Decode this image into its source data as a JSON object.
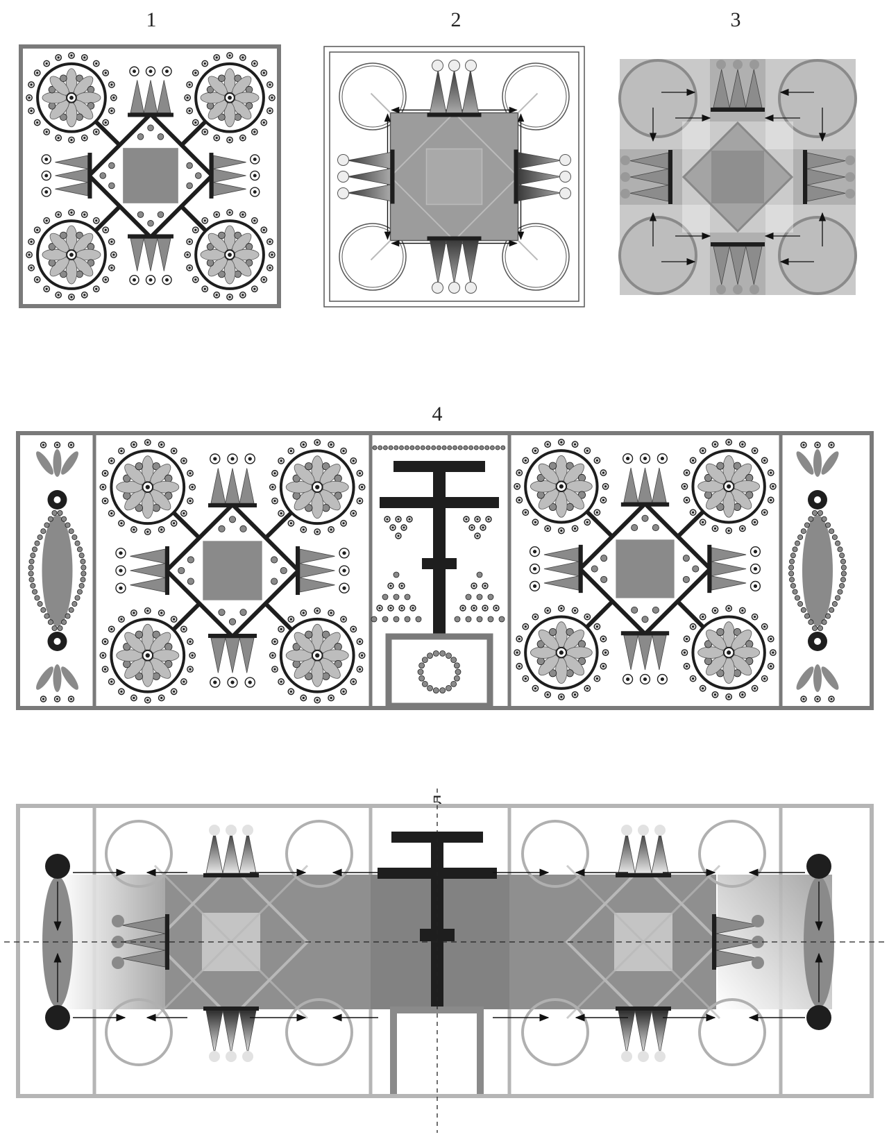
{
  "figure": {
    "panels": [
      {
        "id": "1",
        "label": "1",
        "style": "ornament-full"
      },
      {
        "id": "2",
        "label": "2",
        "style": "outline-geometry"
      },
      {
        "id": "3",
        "label": "3",
        "style": "grey-force-scheme"
      },
      {
        "id": "4",
        "label": "4",
        "style": "composite-frieze"
      },
      {
        "id": "5",
        "label": "5",
        "style": "composite-scheme"
      }
    ]
  },
  "colors": {
    "frame": "#7a7a7a",
    "dark": "#1e1e1e",
    "mid": "#8a8a8a",
    "light": "#bdbdbd",
    "pale": "#dcdcdc",
    "paper": "#ffffff"
  }
}
